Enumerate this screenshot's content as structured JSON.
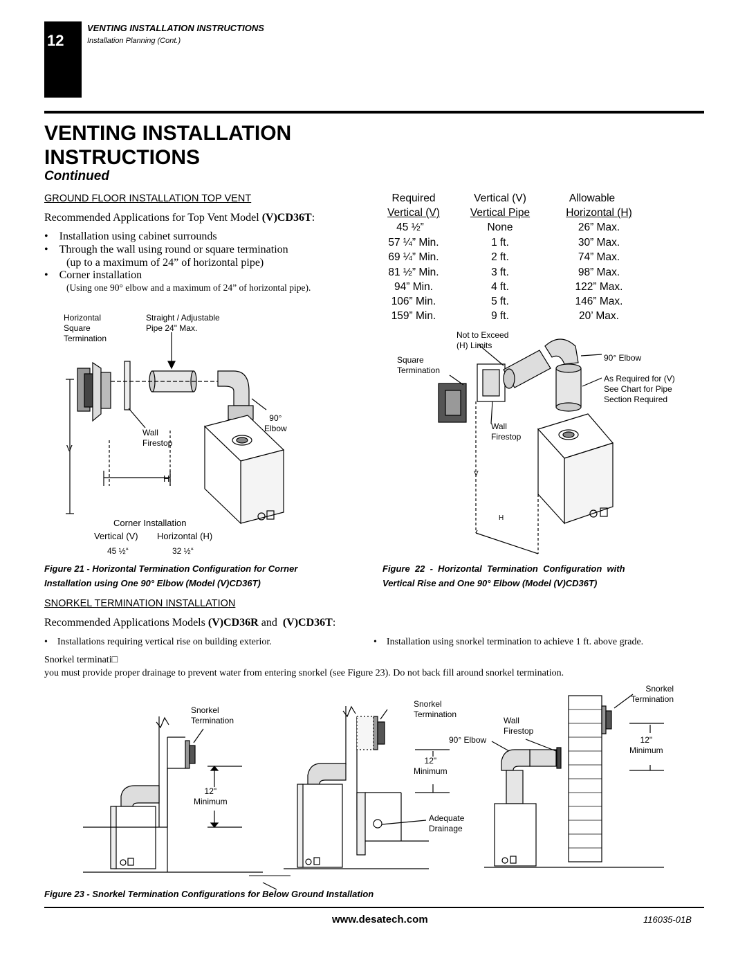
{
  "header": {
    "page_number": "12",
    "section_title": "VENTING INSTALLATION INSTRUCTIONS",
    "section_subtitle": "Installation Planning (Cont.)"
  },
  "title": {
    "line1": "VENTING INSTALLATION",
    "line2": "INSTRUCTIONS",
    "continued": "Continued"
  },
  "ground_floor": {
    "heading": "GROUND FLOOR INSTALLATION TOP VENT",
    "intro_prefix": "Recommended Applications for Top Vent Model ",
    "intro_model": "(V)CD36T",
    "intro_suffix": ":",
    "bullets": [
      "Installation using cabinet surrounds",
      "Through the wall using round or square termination",
      "Corner installation"
    ],
    "bullet2_note": "(up to a maximum of 24” of horizontal pipe)",
    "bullet3_note": "(Using one 90° elbow and a maximum of 24” of horizontal pipe)."
  },
  "vent_table": {
    "headers": [
      [
        "Required",
        "Vertical (V)"
      ],
      [
        "Vertical (V)",
        "Vertical Pipe"
      ],
      [
        "Allowable",
        "Horizontal (H)"
      ]
    ],
    "rows": [
      [
        "45 ½”",
        "None",
        "26” Max."
      ],
      [
        "57 ¼” Min.",
        "1 ft.",
        "30” Max."
      ],
      [
        "69 ¼” Min.",
        "2 ft.",
        "74” Max."
      ],
      [
        "81 ½” Min.",
        "3 ft.",
        "98” Max."
      ],
      [
        "94” Min.",
        "4 ft.",
        "122” Max."
      ],
      [
        "106” Min.",
        "5 ft.",
        "146” Max."
      ],
      [
        "159” Min.",
        "9 ft.",
        "20’ Max."
      ]
    ]
  },
  "figure21": {
    "labels": {
      "horizontal_square_termination": [
        "Horizontal",
        "Square",
        "Termination"
      ],
      "straight_pipe": [
        "Straight / Adjustable",
        "Pipe 24\" Max."
      ],
      "elbow": [
        "90°",
        "Elbow"
      ],
      "wall_firestop": [
        "Wall",
        "Firestop"
      ],
      "v": "V",
      "h": "H"
    },
    "corner_table": {
      "title": "Corner Installation",
      "col1": "Vertical (V)",
      "col2": "Horizontal (H)",
      "val1": "45 ½“",
      "val2": "32 ½“"
    },
    "caption_line1": "Figure 21 - Horizontal Termination Configuration for Corner",
    "caption_line2": "Installation using One 90° Elbow (Model (V)CD36T)"
  },
  "figure22": {
    "labels": {
      "not_to_exceed": [
        "Not to Exceed",
        "(H) Limits"
      ],
      "square_termination": [
        "Square",
        "Termination"
      ],
      "elbow": "90° Elbow",
      "as_required": [
        "As Required for (V)",
        "See Chart for Pipe",
        "Section Required"
      ],
      "wall_firestop": [
        "Wall",
        "Firestop"
      ],
      "v": "V",
      "h": "H"
    },
    "caption_line1": "Figure  22  -  Horizontal  Termination  Configuration  with",
    "caption_line2": "Vertical Rise and One 90° Elbow (Model (V)CD36T)"
  },
  "snorkel": {
    "heading": "SNORKEL TERMINATION INSTALLATION",
    "intro_prefix": "Recommended Applications Models ",
    "model1": "(V)CD36R",
    "and": " and  ",
    "model2": "(V)CD36T",
    "intro_suffix": ":",
    "bullet1": "Installations requiring vertical rise on building exterior.",
    "bullet2": "Installation using snorkel termination to achieve 1 ft. above grade.",
    "para_line1": "Snorkel terminati□",
    "para_line2": "you must provide proper drainage to prevent water from entering snorkel (see Figure 23). Do not back fill around snorkel termination."
  },
  "figure23": {
    "labels": {
      "snorkel_termination": [
        "Snorkel",
        "Termination"
      ],
      "twelve_minimum": [
        "12\"",
        "Minimum"
      ],
      "elbow": "90° Elbow",
      "adequate_drainage": [
        "Adequate",
        "Drainage"
      ],
      "wall_firestop": [
        "Wall",
        "Firestop"
      ]
    },
    "caption": "Figure 23 - Snorkel Termination Configurations for Below Ground Installation"
  },
  "footer": {
    "url": "www.desatech.com",
    "doc_number": "116035-01B"
  }
}
